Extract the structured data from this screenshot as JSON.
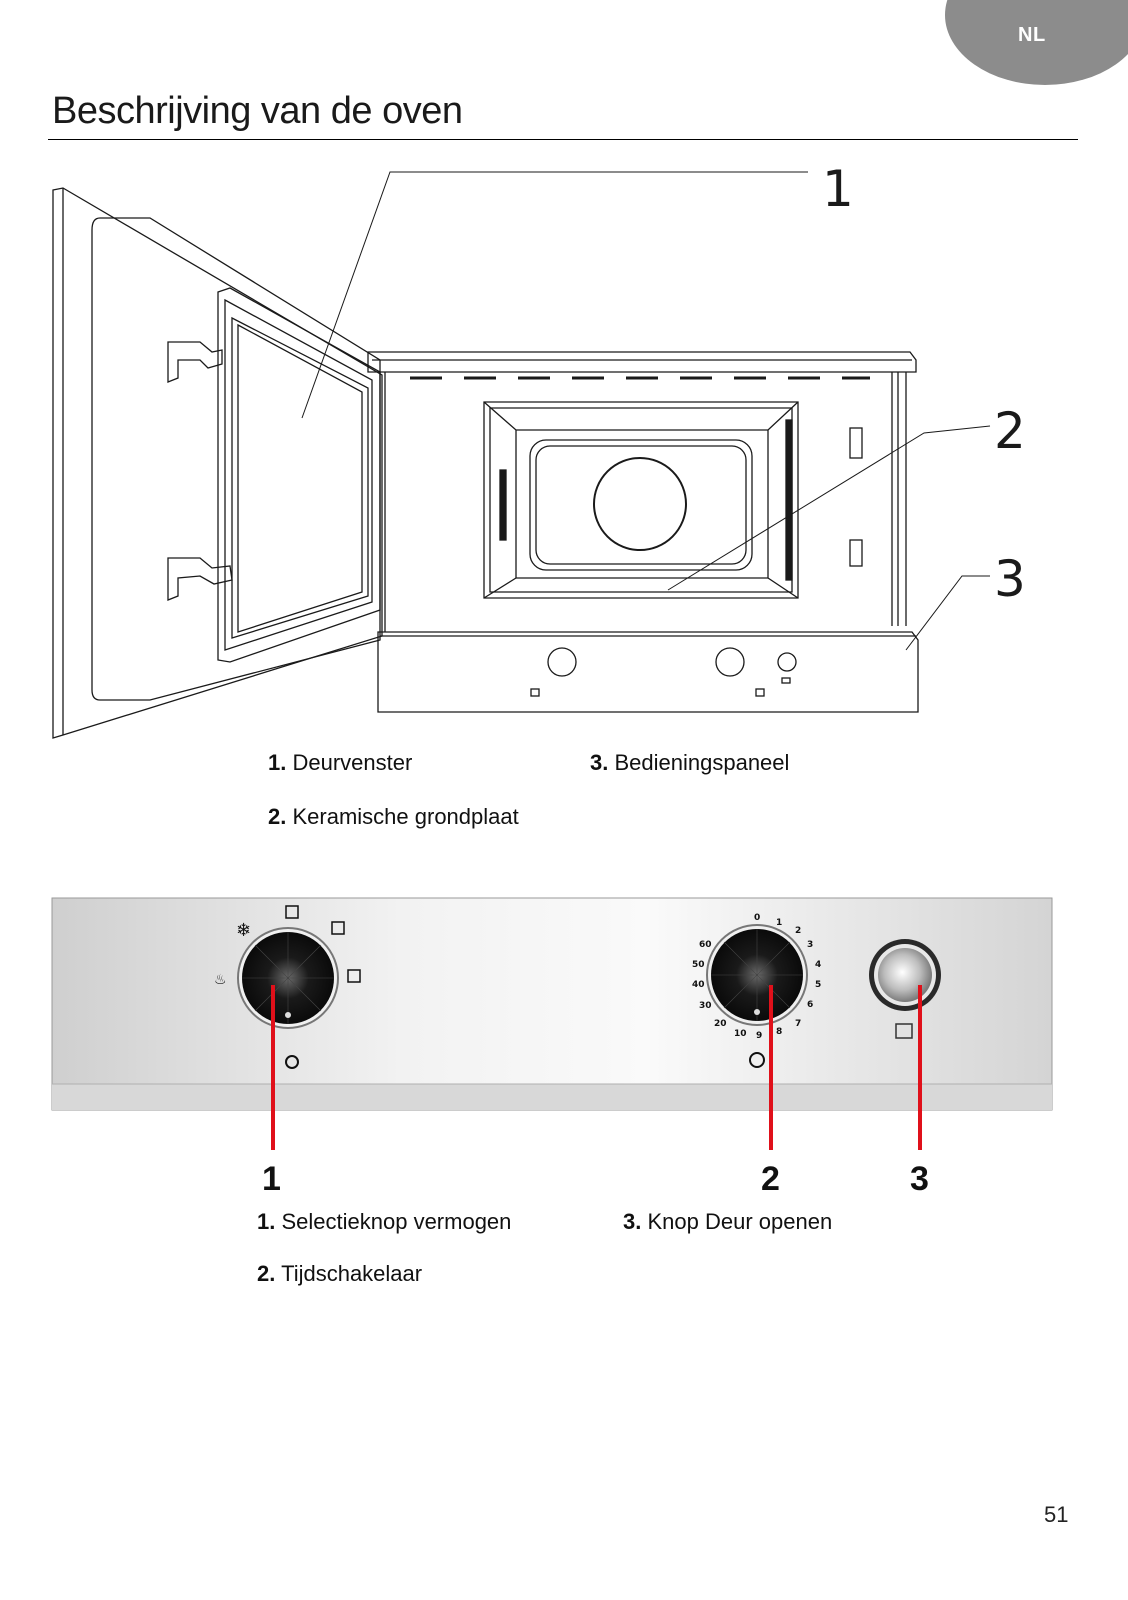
{
  "header": {
    "language": "NL",
    "title": "Beschrijving van de oven"
  },
  "figure1": {
    "callouts": [
      "1",
      "2",
      "3"
    ],
    "legend": [
      {
        "num": "1.",
        "label": "Deurvenster"
      },
      {
        "num": "2.",
        "label": "Keramische grondplaat"
      },
      {
        "num": "3.",
        "label": "Bedieningspaneel"
      }
    ]
  },
  "figure2": {
    "timer_marks": [
      "0",
      "1",
      "2",
      "3",
      "4",
      "5",
      "6",
      "7",
      "8",
      "9",
      "10",
      "20",
      "30",
      "40",
      "50",
      "60"
    ],
    "callouts": [
      "1",
      "2",
      "3"
    ],
    "legend": [
      {
        "num": "1.",
        "label": "Selectieknop vermogen"
      },
      {
        "num": "2.",
        "label": "Tijdschakelaar"
      },
      {
        "num": "3.",
        "label": "Knop Deur openen"
      }
    ]
  },
  "page_number": "51",
  "colors": {
    "lang_tab": "#8c8c8c",
    "callout_line": "#e0101a",
    "panel_grey": "#e6e6e6"
  }
}
